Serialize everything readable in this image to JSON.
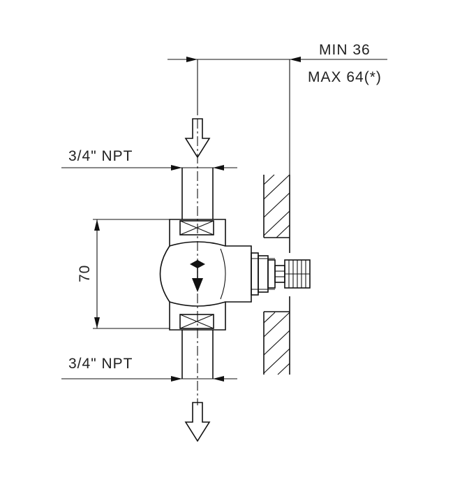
{
  "dimensions": {
    "top_inlet": "3/4\" NPT",
    "bottom_outlet": "3/4\" NPT",
    "height": "70",
    "wall_min": "MIN  36",
    "wall_max": "MAX  64(*)"
  },
  "icons": {
    "inlet_arrow": "hollow-down-arrow-icon",
    "outlet_arrow": "hollow-down-arrow-icon",
    "flow_arrow": "solid-down-arrow-icon"
  },
  "colors": {
    "line": "#111111",
    "background": "#ffffff"
  }
}
